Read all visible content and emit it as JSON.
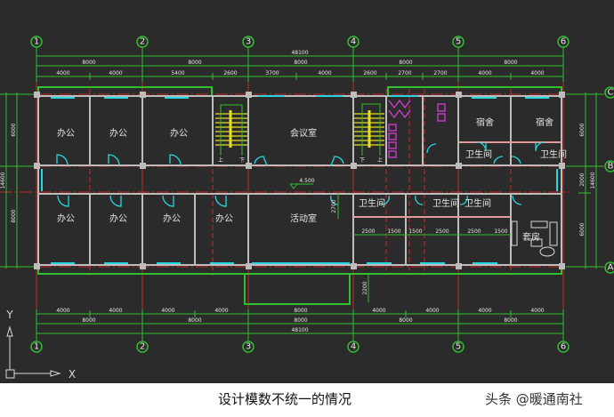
{
  "caption": "设计模数不统一的情况",
  "watermark": "头条 @暖通南社",
  "colors": {
    "background": "#2b2b2b",
    "dimension": "#2fbf2f",
    "axis_line": "#c0282a",
    "wall": "#bdbdbd",
    "window": "#27d6e0",
    "stair": "#e4e020",
    "fixture": "#d63cd6",
    "text": "#e8e8e8"
  },
  "axes_top": [
    "1",
    "2",
    "3",
    "4",
    "5",
    "6"
  ],
  "axes_bottom": [
    "1",
    "2",
    "3",
    "4",
    "5",
    "6"
  ],
  "axes_right": [
    "C",
    "B",
    "A"
  ],
  "dims_top": {
    "total": "48100",
    "bays": [
      "8000",
      "8000",
      "8000",
      "8000",
      "8000"
    ],
    "details": [
      "4000",
      "4000",
      "5400",
      "2600",
      "3700",
      "4000",
      "2600",
      "2700",
      "2700",
      "4000",
      "4000"
    ]
  },
  "dims_bottom": {
    "details": [
      "4000",
      "4000",
      "4000",
      "4000",
      "8000",
      "4000",
      "4000",
      "4000",
      "4000"
    ],
    "bays": [
      "8000",
      "8000",
      "8000",
      "8000",
      "8000"
    ],
    "total": "48100"
  },
  "dims_left": {
    "total": "14600",
    "parts": [
      "6000",
      "8000"
    ]
  },
  "dims_right": {
    "total": "14600",
    "parts": [
      "6000",
      "2000",
      "6000"
    ]
  },
  "interior_dims": {
    "row": [
      "2500",
      "1500",
      "1500",
      "2500",
      "2500",
      "1500"
    ],
    "vertical_a": "2700",
    "vertical_b": "2200",
    "elevation": "4.500"
  },
  "rooms": {
    "top": [
      "办公",
      "办公",
      "办公",
      "会议室",
      "宿舍",
      "宿舍"
    ],
    "top_wc": [
      "卫生间",
      "卫生间"
    ],
    "bottom": [
      "办公",
      "办公",
      "办公",
      "办公",
      "活动室"
    ],
    "bottom_wc": [
      "卫生间",
      "卫生间",
      "卫生间"
    ],
    "lounge": "套房"
  },
  "stairs": {
    "up_label": "上",
    "down_label": "下"
  },
  "ucs": {
    "x": "X",
    "y": "Y"
  }
}
